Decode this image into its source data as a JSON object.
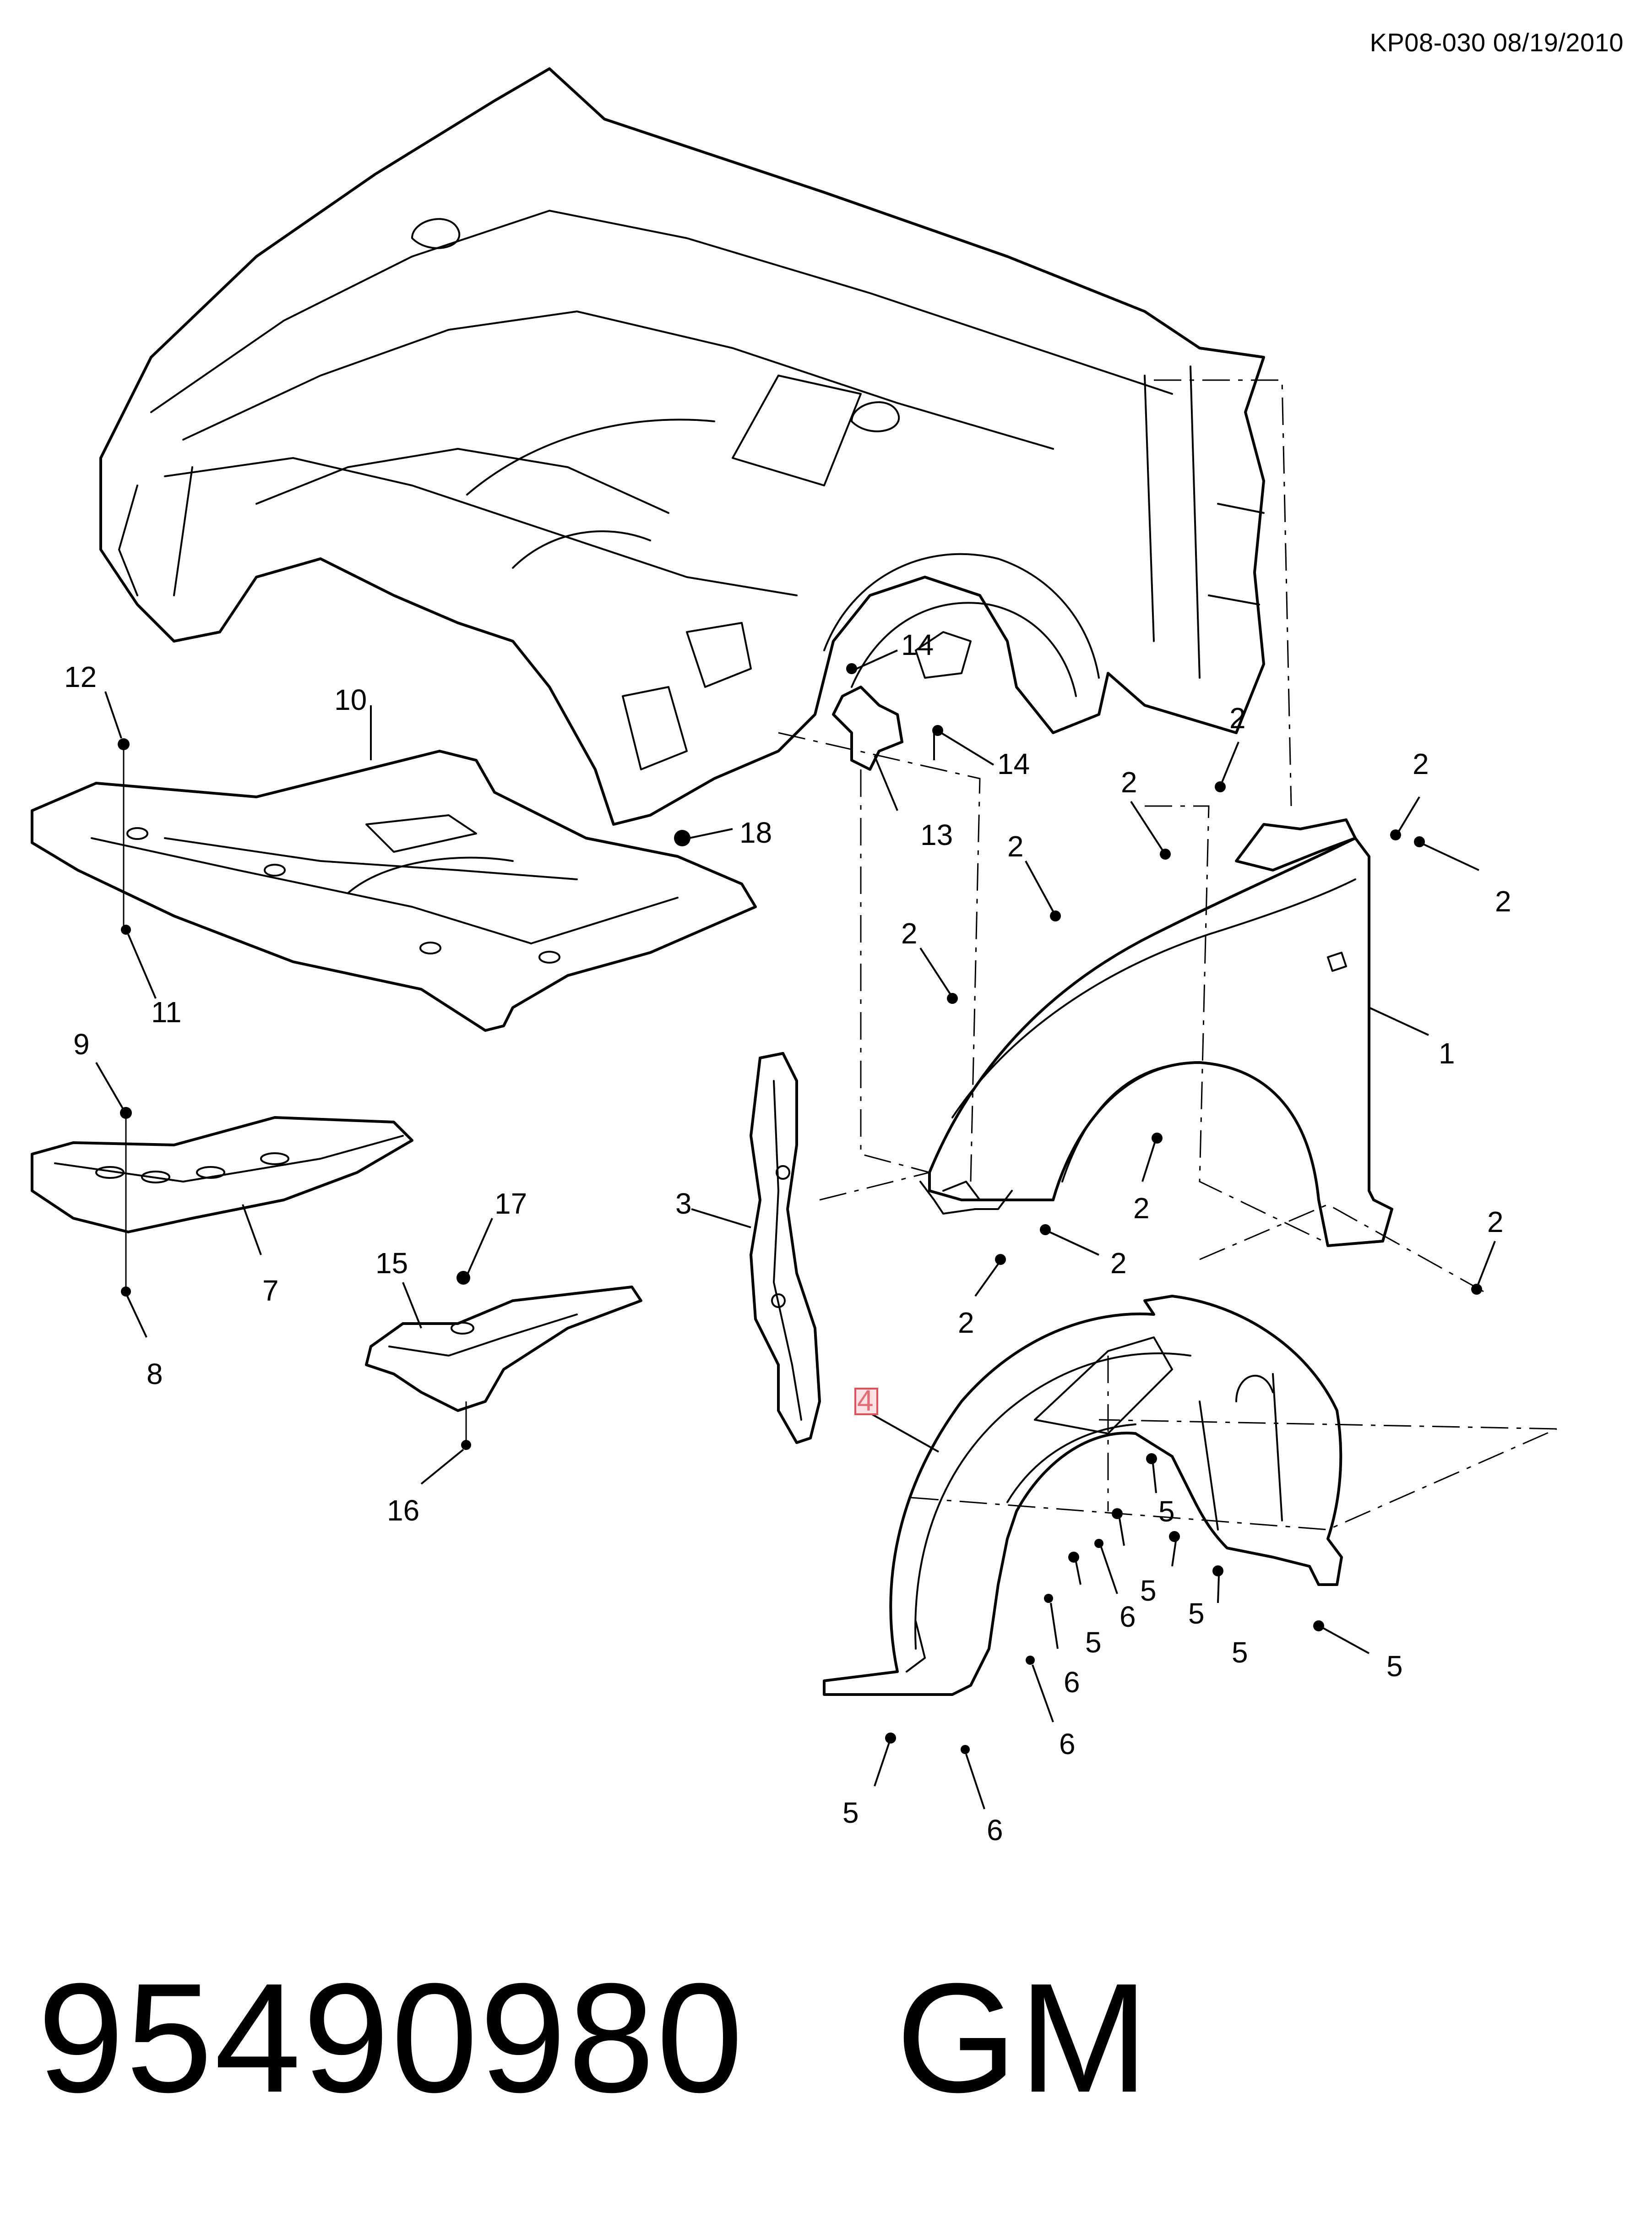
{
  "header": {
    "doc_ref": "KP08-030 08/19/2010"
  },
  "footer": {
    "part_number": "95490980",
    "brand": "GM"
  },
  "callouts": {
    "c1": "1",
    "c2": "2",
    "c3": "3",
    "c4": "4",
    "c5": "5",
    "c6": "6",
    "c7": "7",
    "c8": "8",
    "c9": "9",
    "c10": "10",
    "c11": "11",
    "c12": "12",
    "c13": "13",
    "c14": "14",
    "c15": "15",
    "c16": "16",
    "c17": "17",
    "c18": "18"
  },
  "highlighted_callout": "4",
  "colors": {
    "line": "#000000",
    "highlight": "#e46b74",
    "background": "#ffffff"
  }
}
